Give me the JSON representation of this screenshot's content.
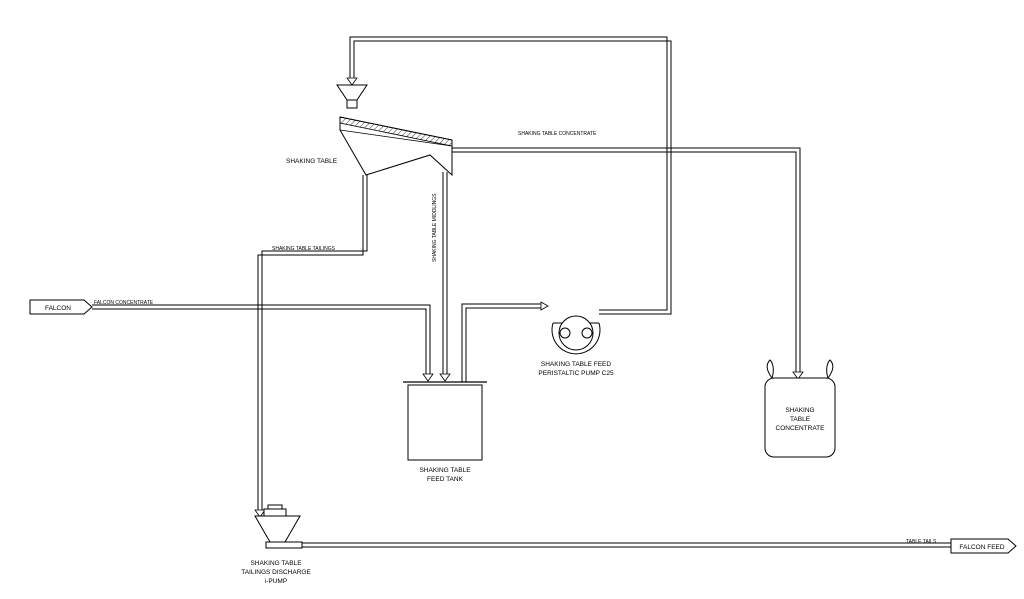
{
  "equipment": {
    "shaking_table": "SHAKING TABLE",
    "feed_tank": [
      "SHAKING TABLE",
      "FEED TANK"
    ],
    "peristaltic_pump": [
      "SHAKING TABLE FEED",
      "PERISTALTIC PUMP C25"
    ],
    "concentrate_bag": [
      "SHAKING",
      "TABLE",
      "CONCENTRATE"
    ],
    "discharge_pump": [
      "SHAKING TABLE",
      "TAILINGS DISCHARGE",
      "i-PUMP"
    ]
  },
  "streams": {
    "concentrate": "SHAKING TABLE CONCENTRATE",
    "middlings": "SHAKING TABLE MIDDLINGS",
    "tailings": "SHAKING TABLE TAILINGS",
    "falcon_concentrate": "FALCON CONCENTRATE",
    "table_tails": "TABLE TAILS"
  },
  "connectors": {
    "falcon_in": "FALCON",
    "falcon_feed_out": "FALCON FEED"
  }
}
